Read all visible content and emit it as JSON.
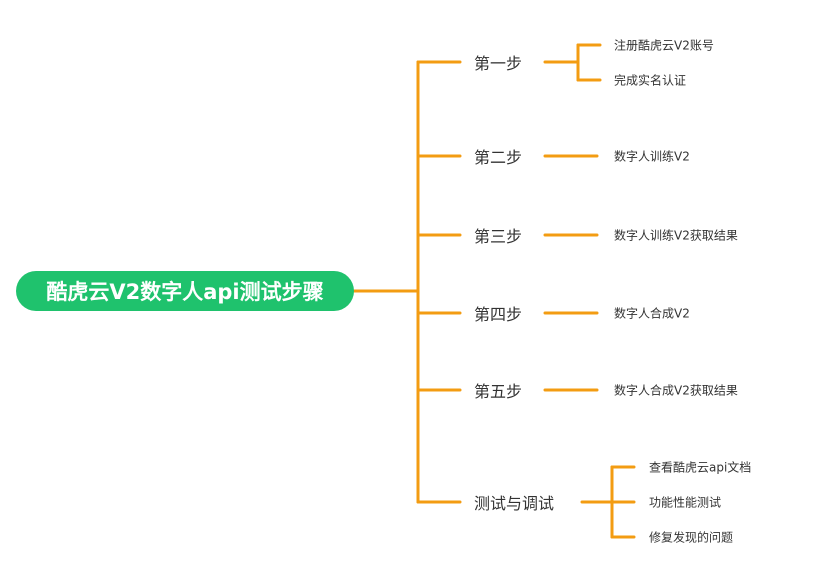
{
  "colors": {
    "root_bg": "#1fc26d",
    "line": "#f39c12",
    "text": "#333333"
  },
  "mindmap": {
    "root": "酷虎云V2数字人api测试步骤",
    "steps": [
      {
        "label": "第一步",
        "children": [
          "注册酷虎云V2账号",
          "完成实名认证"
        ]
      },
      {
        "label": "第二步",
        "children": [
          "数字人训练V2"
        ]
      },
      {
        "label": "第三步",
        "children": [
          "数字人训练V2获取结果"
        ]
      },
      {
        "label": "第四步",
        "children": [
          "数字人合成V2"
        ]
      },
      {
        "label": "第五步",
        "children": [
          "数字人合成V2获取结果"
        ]
      },
      {
        "label": "测试与调试",
        "children": [
          "查看酷虎云api文档",
          "功能性能测试",
          "修复发现的问题"
        ]
      }
    ]
  }
}
